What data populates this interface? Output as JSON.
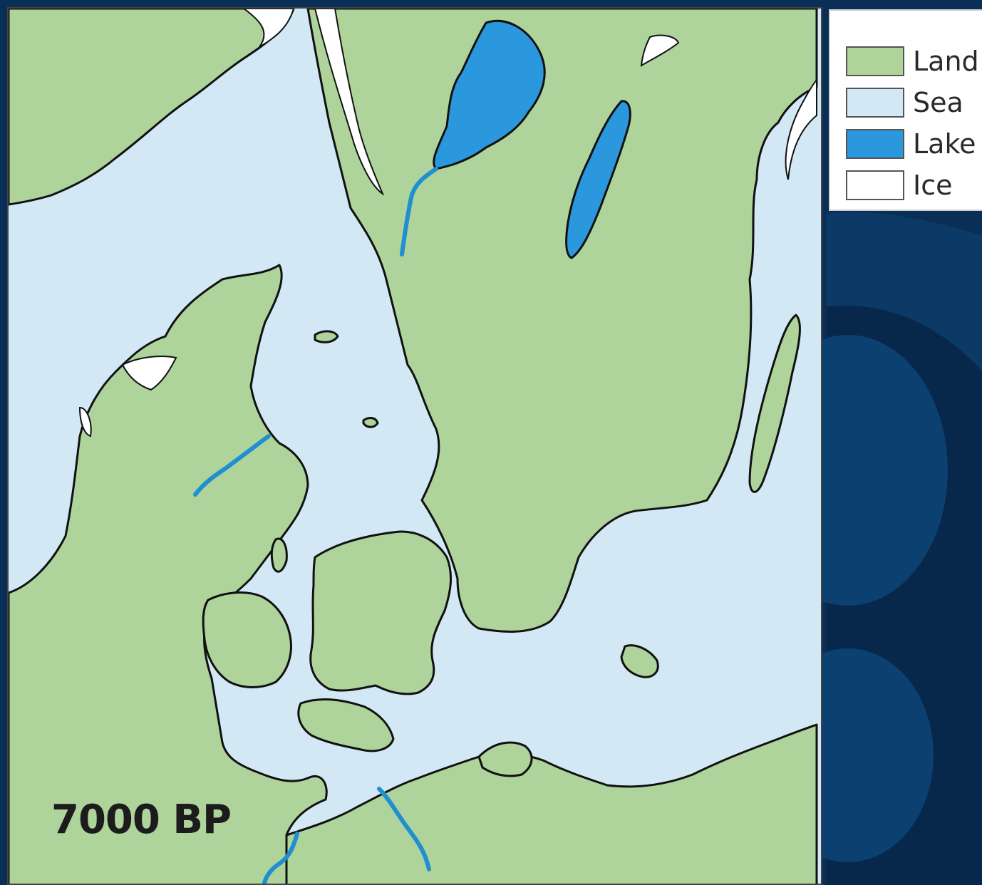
{
  "colors": {
    "land": "#aed39b",
    "sea": "#d3e8f5",
    "lake": "#2b97dc",
    "ice": "#ffffff",
    "coastline": "#111111",
    "river": "#1e8fd0",
    "background": "#0a2f57"
  },
  "map": {
    "period_label": "7000 BP"
  },
  "legend": {
    "items": [
      {
        "label": "Land",
        "color": "#aed39b"
      },
      {
        "label": "Sea",
        "color": "#d3e8f5"
      },
      {
        "label": "Lake",
        "color": "#2b97dc"
      },
      {
        "label": "Ice",
        "color": "#ffffff"
      }
    ]
  }
}
